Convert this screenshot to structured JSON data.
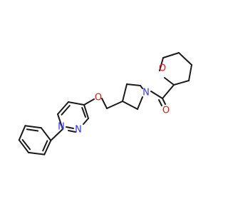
{
  "colors": {
    "bond": "#1a1a1a",
    "nitrogen": "#3333ff",
    "oxygen": "#ff0d0d",
    "background": "#ffffff"
  },
  "molecule": {
    "atoms": {
      "n_pyridazine_1": "N",
      "n_pyridazine_2": "N",
      "o_ether": "O",
      "n_pyrrolidine": "N",
      "o_carbonyl": "O",
      "o_oxane": "O"
    }
  }
}
